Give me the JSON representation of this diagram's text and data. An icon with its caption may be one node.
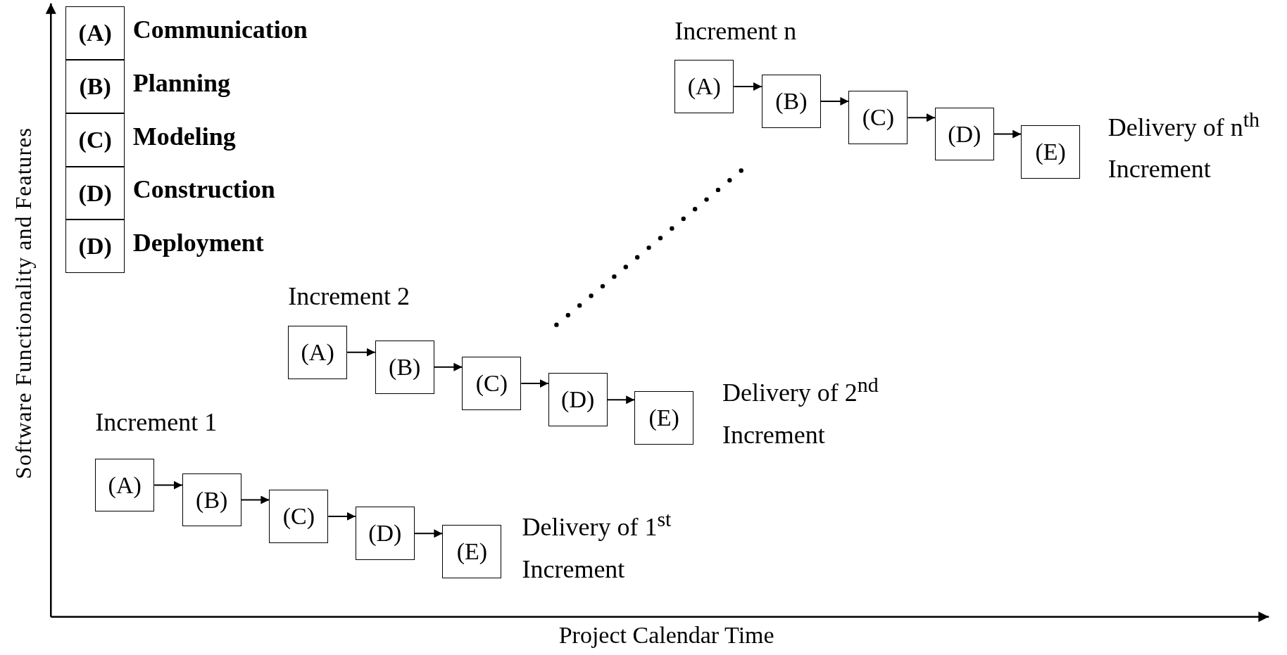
{
  "diagram": {
    "nodes": [
      {
        "text": [
          "(A)"
        ],
        "beside": [
          "Communication"
        ]
      },
      {
        "text": [
          "(B)"
        ],
        "beside": [
          "Planning"
        ]
      },
      {
        "text": [
          "(C)"
        ],
        "beside": [
          "Modeling"
        ]
      },
      {
        "text": [
          "(D)"
        ],
        "beside": [
          "Construction"
        ]
      },
      {
        "text": [
          "(D)"
        ],
        "beside": [
          "Deployment"
        ]
      },
      {
        "text": [
          "(A)"
        ]
      },
      {
        "text": [
          "(B)"
        ]
      },
      {
        "text": [
          "(C)"
        ]
      },
      {
        "text": [
          "(D)"
        ]
      },
      {
        "text": [
          "(E)"
        ],
        "beside": [
          "Delivery of 1$^{st}$ Increment"
        ]
      },
      {
        "text": [
          "(A)"
        ]
      },
      {
        "text": [
          "(B)"
        ]
      },
      {
        "text": [
          "(C)"
        ]
      },
      {
        "text": [
          "(D)"
        ]
      },
      {
        "text": [
          "(E)"
        ],
        "beside": [
          "Delivery of 2$^{nd}$ Increment"
        ]
      },
      {
        "text": [
          "(A)"
        ]
      },
      {
        "text": [
          "(B)"
        ]
      },
      {
        "text": [
          "(C)"
        ]
      },
      {
        "text": [
          "(D)"
        ]
      },
      {
        "text": [
          "(E)"
        ],
        "beside": [
          "Delivery of n$^{th}$ Increment"
        ]
      }
    ],
    "edges": [
      {
        "from": 5,
        "to": 6,
        "arrow": "to"
      },
      {
        "from": 6,
        "to": 7,
        "arrow": "to"
      },
      {
        "from": 7,
        "to": 8,
        "arrow": "to"
      },
      {
        "from": 8,
        "to": 9,
        "arrow": "to"
      },
      {
        "from": 10,
        "to": 11,
        "arrow": "to"
      },
      {
        "from": 11,
        "to": 12,
        "arrow": "to"
      },
      {
        "from": 12,
        "to": 13,
        "arrow": "to"
      },
      {
        "from": 13,
        "to": 14,
        "arrow": "to"
      },
      {
        "from": 15,
        "to": 16,
        "arrow": "to"
      },
      {
        "from": 16,
        "to": 17,
        "arrow": "to"
      },
      {
        "from": 17,
        "to": 18,
        "arrow": "to"
      },
      {
        "from": 18,
        "to": 19,
        "arrow": "to"
      }
    ],
    "labels": [
      "Software Functionality and Features",
      "Increment n",
      "Increment 2",
      "Increment 1",
      "Project Calendar Time"
    ]
  }
}
